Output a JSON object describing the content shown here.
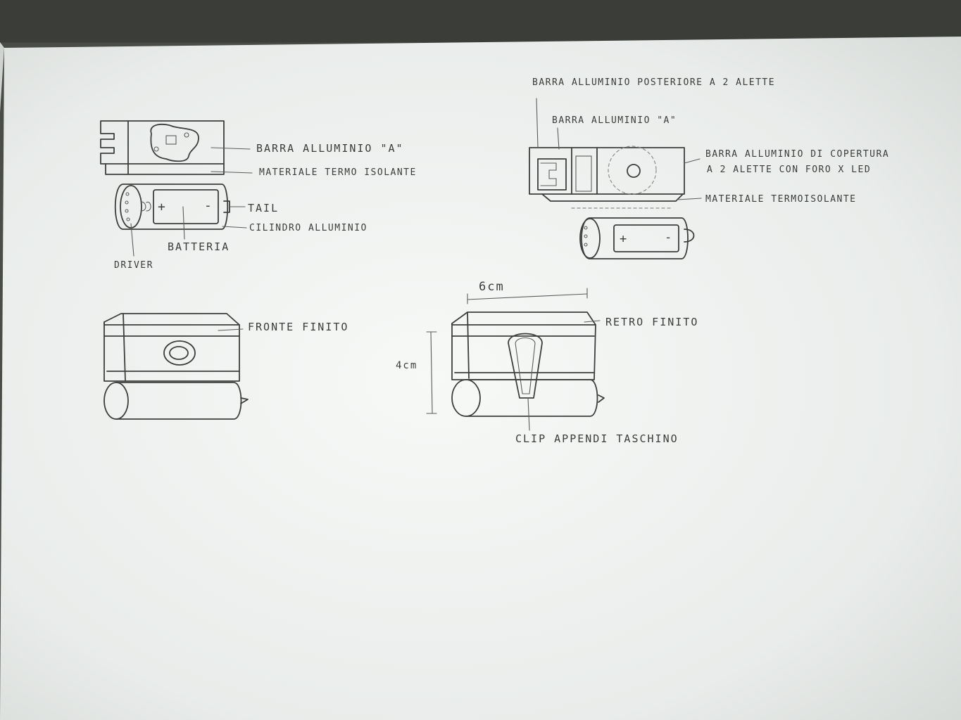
{
  "sketch": {
    "top_left": {
      "label_barra_a": "BARRA ALLUMINIO \"A\"",
      "label_materiale": "MATERIALE TERMO ISOLANTE",
      "label_tail": "TAIL",
      "label_cilindro": "CILINDRO ALLUMINIO",
      "label_batteria": "BATTERIA",
      "label_driver": "DRIVER",
      "battery_plus": "+",
      "battery_minus": "-"
    },
    "top_right": {
      "label_barra_posteriore": "BARRA ALLUMINIO POSTERIORE A 2 ALETTE",
      "label_barra_a": "BARRA ALLUMINIO \"A\"",
      "label_barra_copertura_1": "BARRA ALLUMINIO DI COPERTURA",
      "label_barra_copertura_2": "A 2 ALETTE CON FORO X LED",
      "label_materiale": "MATERIALE TERMOISOLANTE",
      "battery_plus": "+",
      "battery_minus": "-"
    },
    "bottom_left": {
      "label_fronte": "FRONTE FINITO"
    },
    "bottom_right": {
      "label_retro": "RETRO FINITO",
      "dim_width": "6cm",
      "dim_height": "4cm",
      "label_clip": "CLIP APPENDI TASCHINO"
    }
  },
  "colors": {
    "paper": "#f2f4f2",
    "pencil": "#3c3f3c",
    "table": "#2a2d2a"
  }
}
